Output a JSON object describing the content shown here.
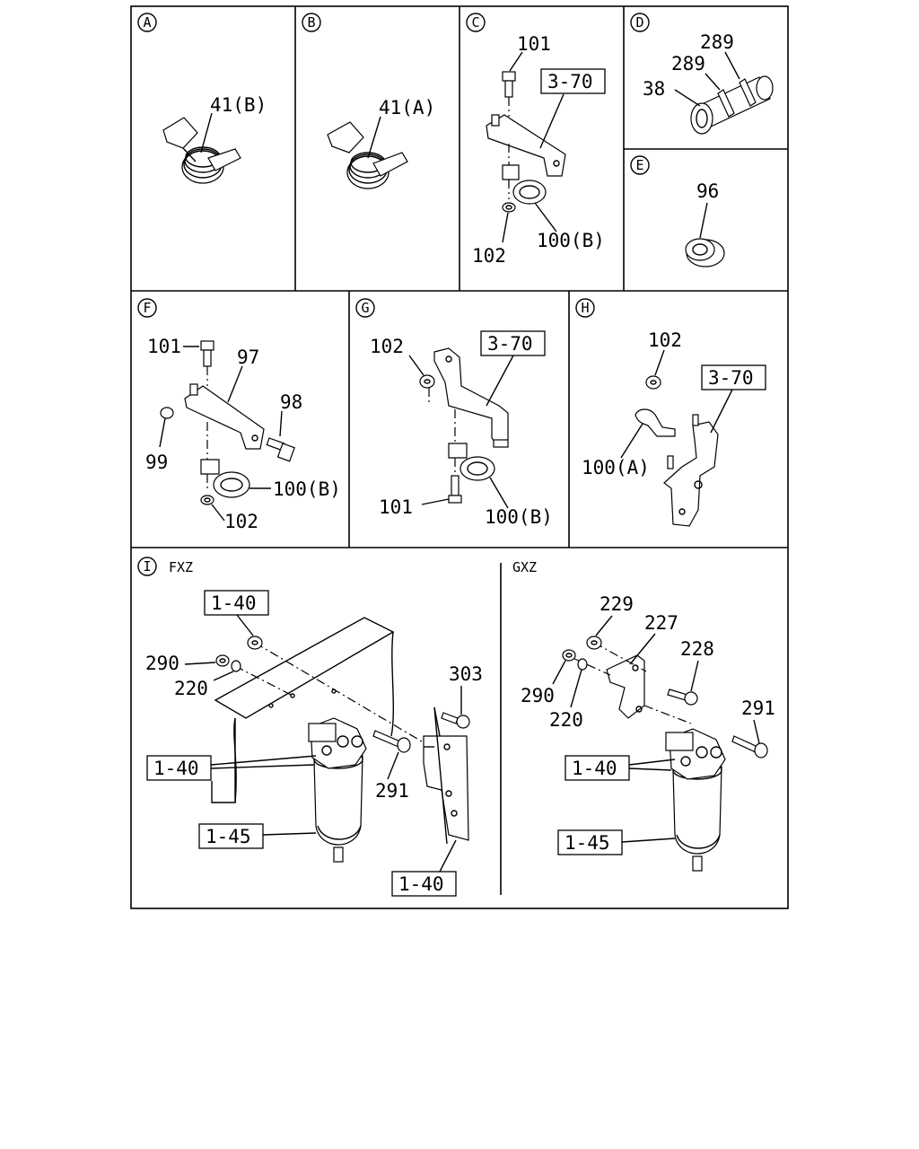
{
  "panels": {
    "A": {
      "letter": "A",
      "part_41": "41(B)"
    },
    "B": {
      "letter": "B",
      "part_41": "41(A)"
    },
    "C": {
      "letter": "C",
      "part_101": "101",
      "ref": "3-70",
      "part_102": "102",
      "part_100": "100(B)"
    },
    "D": {
      "letter": "D",
      "part_289a": "289",
      "part_289b": "289",
      "part_38": "38"
    },
    "E": {
      "letter": "E",
      "part_96": "96"
    },
    "F": {
      "letter": "F",
      "part_101": "101",
      "part_97": "97",
      "part_98": "98",
      "part_99": "99",
      "part_100": "100(B)",
      "part_102": "102"
    },
    "G": {
      "letter": "G",
      "part_102": "102",
      "ref": "3-70",
      "part_101": "101",
      "part_100": "100(B)"
    },
    "H": {
      "letter": "H",
      "part_102": "102",
      "ref": "3-70",
      "part_100": "100(A)"
    },
    "I": {
      "letter": "I",
      "fxz": {
        "title": "FXZ",
        "ref_top": "1-40",
        "part_290": "290",
        "part_220": "220",
        "part_303": "303",
        "ref_mid": "1-40",
        "part_291": "291",
        "ref_filter": "1-45",
        "ref_bottom": "1-40"
      },
      "gxz": {
        "title": "GXZ",
        "part_229": "229",
        "part_227": "227",
        "part_228": "228",
        "part_290": "290",
        "part_220": "220",
        "part_291": "291",
        "ref_mid": "1-40",
        "ref_filter": "1-45"
      }
    }
  }
}
